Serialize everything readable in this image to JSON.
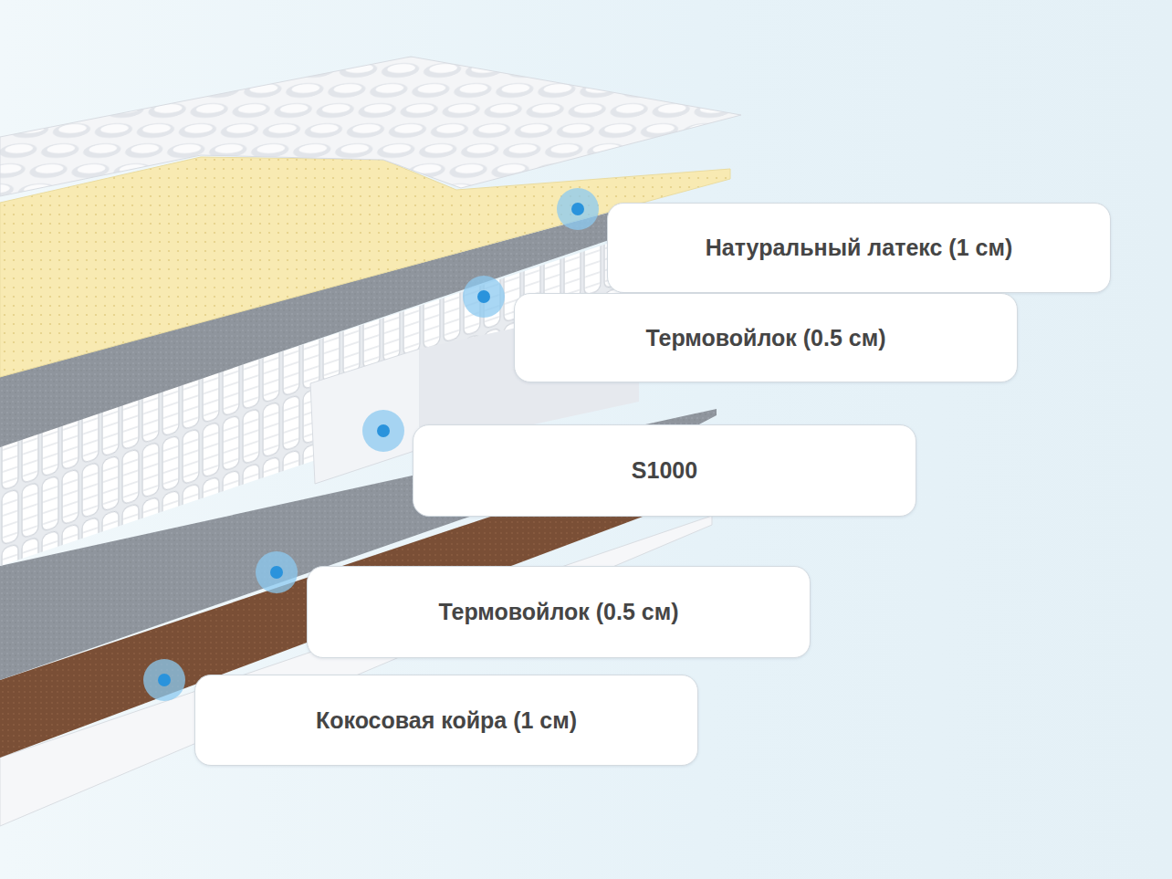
{
  "diagram": {
    "nodes": [
      {
        "text": [
          "Натуральный латекс (1 см)"
        ]
      },
      {
        "text": [
          "Термовойлок (0.5 см)"
        ]
      },
      {
        "text": [
          "S1000"
        ]
      },
      {
        "text": [
          "Термовойлок (0.5 см)"
        ]
      },
      {
        "text": [
          "Кокосовая койра (1 см)"
        ]
      }
    ]
  }
}
